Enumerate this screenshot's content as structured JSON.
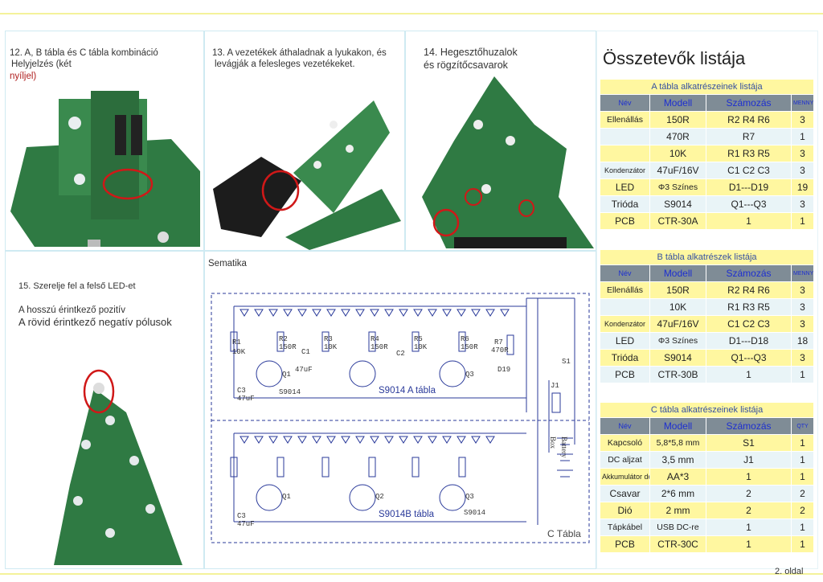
{
  "panel12": {
    "line1": "12. A, B tábla és C tábla kombináció",
    "line2": "Helyjelzés (két",
    "line3": "nyíljel)"
  },
  "panel13": {
    "line1": "13. A vezetékek áthaladnak a lyukakon, és",
    "line2": "levágják a felesleges vezetékeket."
  },
  "panel14": {
    "line1": "14. Hegesztőhuzalok",
    "line2": "és rögzítőcsavarok"
  },
  "panel15": {
    "line1": "15. Szerelje fel a felső LED-et",
    "line2": "A hosszú érintkező pozitív",
    "line3": "A rövid érintkező negatív pólusok"
  },
  "schematic": {
    "title": "Sematika",
    "boardA": "S9014 A tábla",
    "boardB": "S9014B tábla",
    "boardC": "C Tábla",
    "battery": "Battery Box",
    "labels": {
      "r1": "R1",
      "k10": "10K",
      "r2": "R2",
      "r150": "150R",
      "r3": "R3",
      "r4": "R4",
      "r5": "R5",
      "r6": "R6",
      "r7": "R7",
      "r470": "470R",
      "c1": "C1",
      "c2": "C2",
      "c3": "C3",
      "uf47": "47uF",
      "q1": "Q1",
      "q2": "Q2",
      "q3": "Q3",
      "s9014": "S9014",
      "d19": "D19",
      "s1": "S1",
      "j1": "J1"
    }
  },
  "parts": {
    "title": "Összetevők listája",
    "tableA": {
      "caption": "A tábla alkatrészeinek listája",
      "headers": [
        "Név",
        "Modell",
        "Számozás",
        "MENNY"
      ],
      "rows": [
        [
          "Ellenállás",
          "150R",
          "R2 R4 R6",
          "3"
        ],
        [
          "",
          "470R",
          "R7",
          "1"
        ],
        [
          "",
          "10K",
          "R1 R3 R5",
          "3"
        ],
        [
          "Kondenzátor",
          "47uF/16V",
          "C1 C2 C3",
          "3"
        ],
        [
          "LED",
          "Φ3 Színes",
          "D1---D19",
          "19"
        ],
        [
          "Trióda",
          "S9014",
          "Q1---Q3",
          "3"
        ],
        [
          "PCB",
          "CTR-30A",
          "1",
          "1"
        ]
      ]
    },
    "tableB": {
      "caption": "B tábla alkatrészek listája",
      "headers": [
        "Név",
        "Modell",
        "Számozás",
        "MENNY"
      ],
      "rows": [
        [
          "Ellenállás",
          "150R",
          "R2 R4 R6",
          "3"
        ],
        [
          "",
          "10K",
          "R1 R3 R5",
          "3"
        ],
        [
          "Kondenzátor",
          "47uF/16V",
          "C1 C2 C3",
          "3"
        ],
        [
          "LED",
          "Φ3 Színes",
          "D1---D18",
          "18"
        ],
        [
          "Trióda",
          "S9014",
          "Q1---Q3",
          "3"
        ],
        [
          "PCB",
          "CTR-30B",
          "1",
          "1"
        ]
      ]
    },
    "tableC": {
      "caption": "C tábla alkatrészeinek listája",
      "headers": [
        "Név",
        "Modell",
        "Számozás",
        "QTY"
      ],
      "rows": [
        [
          "Kapcsoló",
          "5,8*5,8 mm",
          "S1",
          "1"
        ],
        [
          "DC aljzat",
          "3,5 mm",
          "J1",
          "1"
        ],
        [
          "Akkumulátor doboz",
          "AA*3",
          "1",
          "1"
        ],
        [
          "Csavar",
          "2*6 mm",
          "2",
          "2"
        ],
        [
          "Dió",
          "2 mm",
          "2",
          "2"
        ],
        [
          "Tápkábel",
          "USB DC-re",
          "1",
          "1"
        ],
        [
          "PCB",
          "CTR-30C",
          "1",
          "1"
        ]
      ]
    }
  },
  "footer": {
    "page": "2. oldal"
  },
  "colors": {
    "accent_yellow": "#fff7a0",
    "header_gray": "#7f8c96",
    "pcb_green": "#2f7a43",
    "marker_red": "#d01818",
    "schematic_blue": "#2a3a9a"
  }
}
